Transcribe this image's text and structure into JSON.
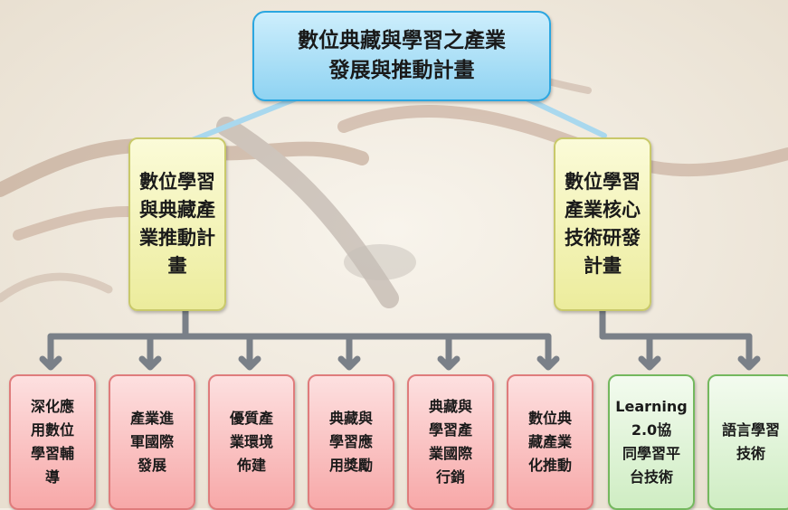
{
  "root": {
    "label": "數位典藏與學習之產業\n發展與推動計畫"
  },
  "branches": [
    {
      "label": "數位學習\n與典藏產\n業推動計\n畫",
      "children": [
        "深化應\n用數位\n學習輔\n導",
        "產業進\n軍國際\n發展",
        "優質產\n業環境\n佈建",
        "典藏與\n學習應\n用獎勵",
        "典藏與\n學習產\n業國際\n行銷",
        "數位典\n藏產業\n化推動"
      ]
    },
    {
      "label": "數位學習\n產業核心\n技術研發\n計畫",
      "children": [
        "Learning\n2.0協\n同學習平\n台技術",
        "語言學習\n技術"
      ]
    }
  ],
  "colors": {
    "root_fill": "#8fd3f2",
    "branch_fill": "#ecec9c",
    "leaf_red": "#f7a8a8",
    "leaf_green": "#cfedc3",
    "connector": "#7a8088",
    "root_arrow": "#a9d8ee"
  }
}
